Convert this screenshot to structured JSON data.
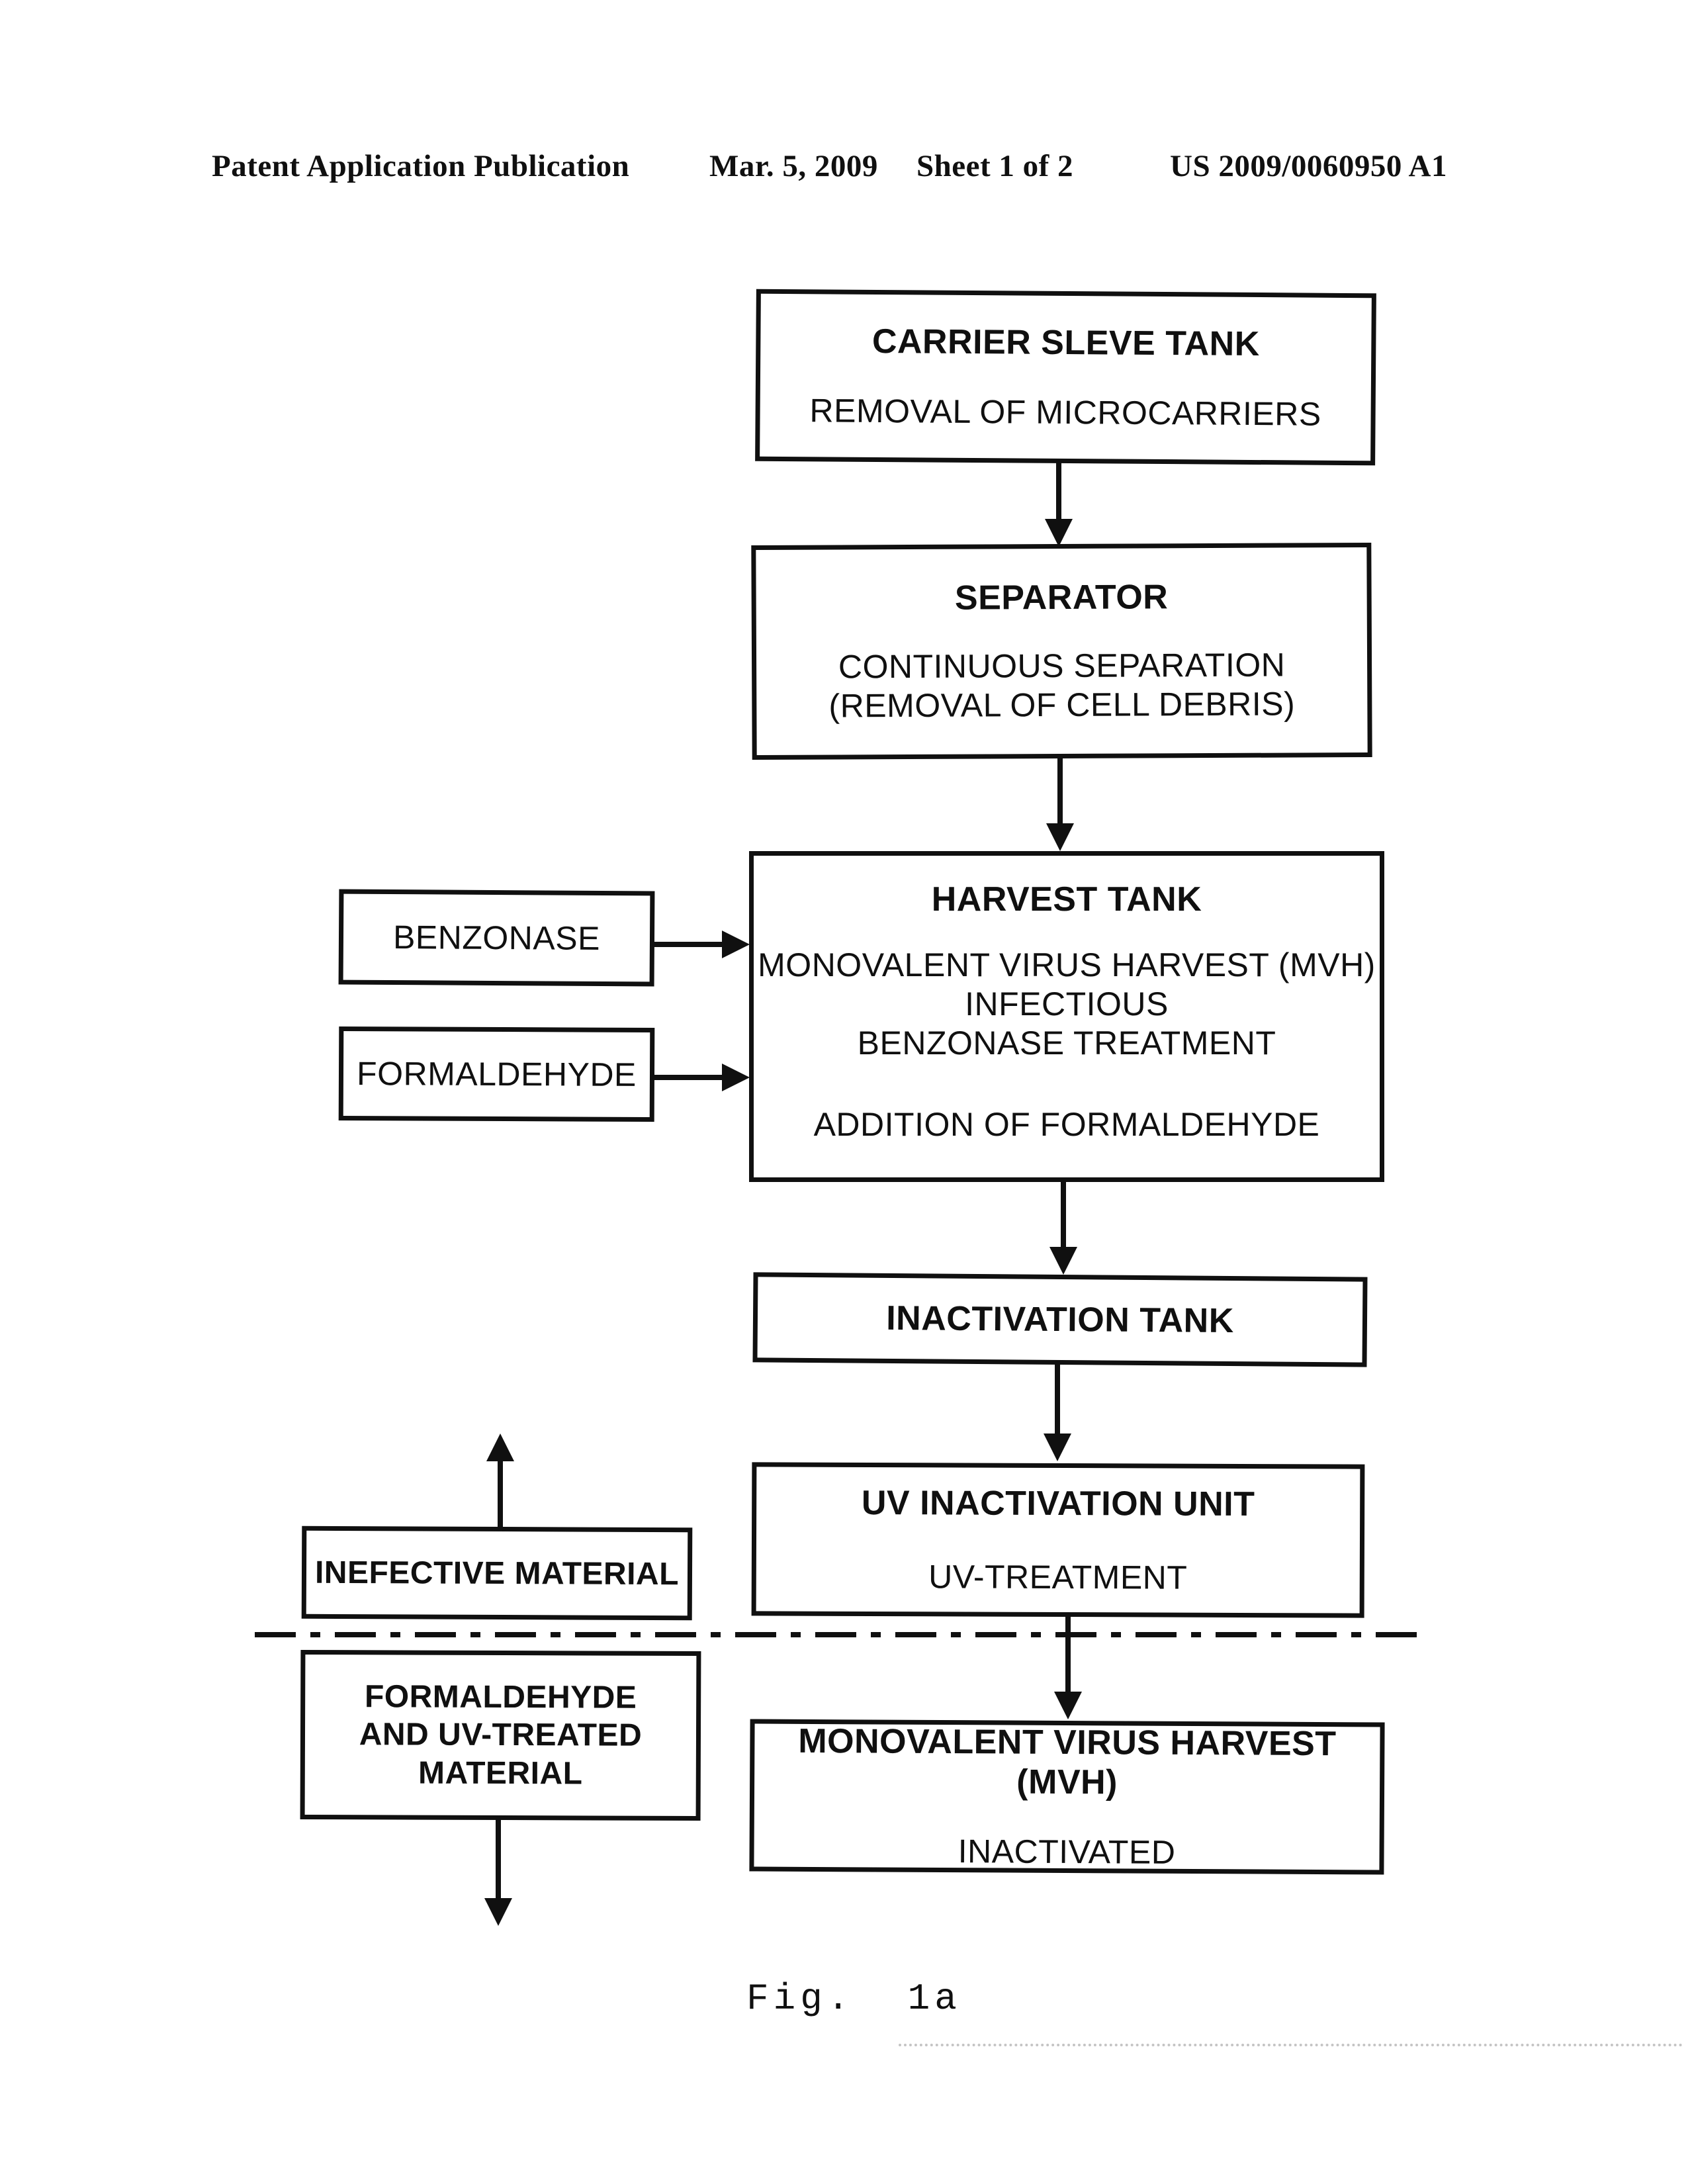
{
  "header": {
    "publication": "Patent Application Publication",
    "date": "Mar. 5, 2009",
    "sheet": "Sheet 1 of 2",
    "patent_number": "US 2009/0060950 A1"
  },
  "flowchart": {
    "carrier_tank": {
      "title": "CARRIER SLEVE TANK",
      "line1": "REMOVAL OF MICROCARRIERS"
    },
    "separator": {
      "title": "SEPARATOR",
      "line1": "CONTINUOUS SEPARATION",
      "line2": "(REMOVAL OF CELL DEBRIS)"
    },
    "harvest_tank": {
      "title": "HARVEST TANK",
      "line1": "MONOVALENT VIRUS HARVEST (MVH)",
      "line2": "INFECTIOUS",
      "line3": "BENZONASE TREATMENT",
      "line4": "ADDITION OF FORMALDEHYDE"
    },
    "benzonase": {
      "label": "BENZONASE"
    },
    "formaldehyde": {
      "label": "FORMALDEHYDE"
    },
    "inactivation_tank": {
      "title": "INACTIVATION TANK"
    },
    "uv_unit": {
      "title": "UV INACTIVATION UNIT",
      "line1": "UV-TREATMENT"
    },
    "inefective_material": {
      "label": "INEFECTIVE MATERIAL"
    },
    "formaldehyde_uv_material": {
      "line1": "FORMALDEHYDE",
      "line2": "AND UV-TREATED",
      "line3": "MATERIAL"
    },
    "mvh_inactivated": {
      "title": "MONOVALENT VIRUS HARVEST (MVH)",
      "line1": "INACTIVATED"
    }
  },
  "caption": "Fig.  1a",
  "colors": {
    "ink": "#101010",
    "paper": "#ffffff"
  }
}
